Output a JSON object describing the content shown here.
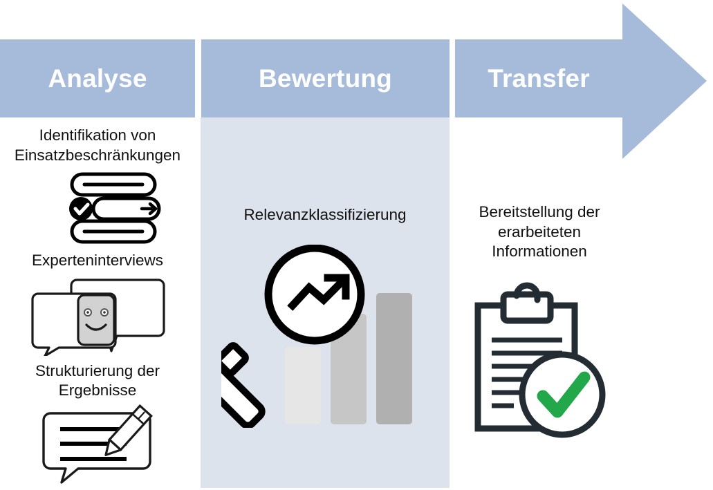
{
  "diagram": {
    "title": "Analyse - Bewertung - Transfer Prozess",
    "colors": {
      "arrow_band": "#a6bad9",
      "panel_light": "#dde3ed",
      "band_text": "#ffffff",
      "caption_text": "#111111",
      "icon_outline": "#000000",
      "clipboard_outline": "#232b33",
      "check_green": "#22a84a",
      "bar_light": "#e6e6e6",
      "bar_mid": "#c6c6c6",
      "bar_dark": "#b0b0b0",
      "face_fill": "#d2d2d2"
    },
    "stages": [
      {
        "id": "analyse",
        "title": "Analyse",
        "items": [
          {
            "caption": "Identifikation von\nEinsatzbeschränkungen",
            "caption_line1": "Identifikation von",
            "caption_line2": "Einsatzbeschränkungen",
            "icon": "checklist-pills-icon"
          },
          {
            "caption": "Experteninterviews",
            "caption_line1": "Experteninterviews",
            "icon": "speech-bubbles-smiley-icon"
          },
          {
            "caption": "Strukturierung der\nErgebnisse",
            "caption_line1": "Strukturierung der",
            "caption_line2": "Ergebnisse",
            "icon": "speech-bubble-pencil-icon"
          }
        ]
      },
      {
        "id": "bewertung",
        "title": "Bewertung",
        "items": [
          {
            "caption": "Relevanzklassifizierung",
            "caption_line1": "Relevanzklassifizierung",
            "icon": "magnifier-bar-chart-icon"
          }
        ]
      },
      {
        "id": "transfer",
        "title": "Transfer",
        "items": [
          {
            "caption": "Bereitstellung der\nerarbeiteten\nInformationen",
            "caption_line1": "Bereitstellung der",
            "caption_line2": "erarbeiteten",
            "caption_line3": "Informationen",
            "icon": "clipboard-check-icon"
          }
        ]
      }
    ]
  }
}
